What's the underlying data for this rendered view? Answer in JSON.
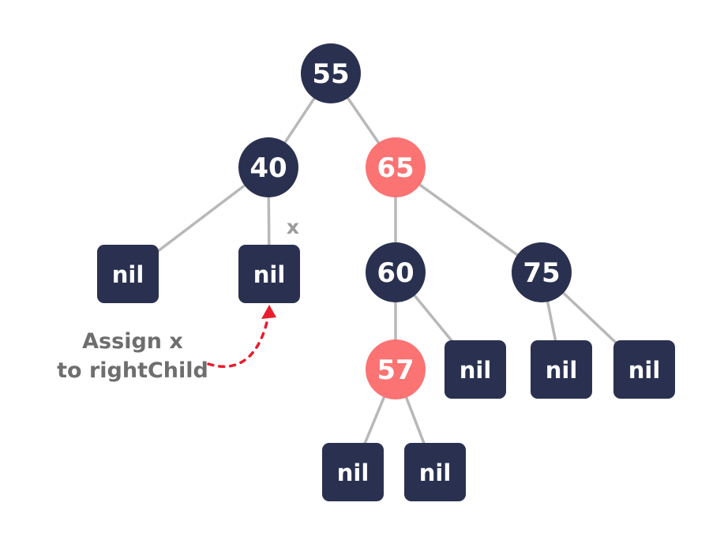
{
  "diagram": {
    "annotation": {
      "line1": "Assign x",
      "line2": "to rightChild"
    },
    "x_pointer_label": "x",
    "nil_label": "nil",
    "nodes": {
      "n55": "55",
      "n40": "40",
      "n65": "65",
      "n60": "60",
      "n75": "75",
      "n57": "57"
    },
    "colors": {
      "navy": "#2a3150",
      "red": "#fb7373",
      "edge": "#b8b8b8",
      "annotation_text": "#6e6e6e",
      "x_label_text": "#9c9c9c",
      "arrow": "#ea1c2d",
      "node_text": "#ffffff",
      "background": "#ffffff"
    }
  }
}
